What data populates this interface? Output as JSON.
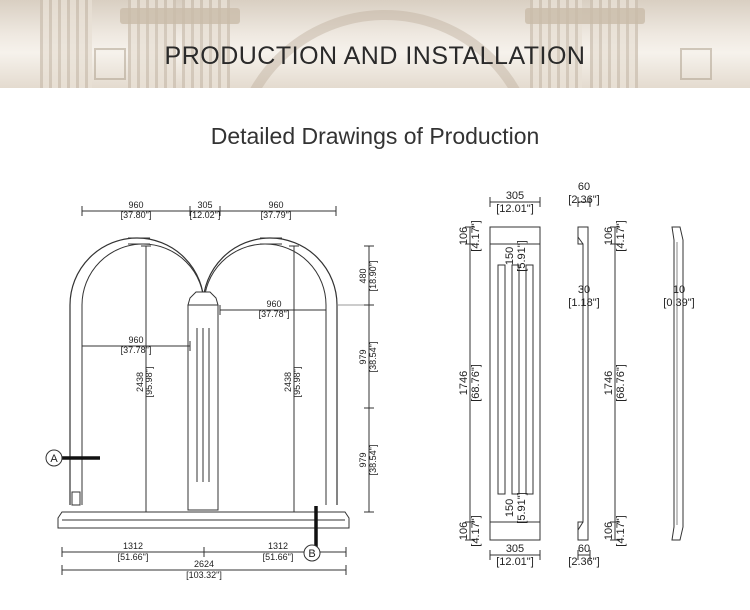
{
  "header": {
    "title": "PRODUCTION AND INSTALLATION"
  },
  "subtitle": "Detailed Drawings of Production",
  "arch_drawing": {
    "top_dims": [
      {
        "mm": "960",
        "inch": "[37.80\"]"
      },
      {
        "mm": "305",
        "inch": "[12.02\"]"
      },
      {
        "mm": "960",
        "inch": "[37.79\"]"
      }
    ],
    "inner_span_left": {
      "mm": "960",
      "inch": "[37.78\"]"
    },
    "inner_span_right": {
      "mm": "960",
      "inch": "[37.78\"]"
    },
    "height_left": {
      "mm": "2438",
      "inch": "[95.98\"]"
    },
    "height_right": {
      "mm": "2438",
      "inch": "[95.98\"]"
    },
    "right_dims": [
      {
        "mm": "480",
        "inch": "[18.90\"]"
      },
      {
        "mm": "979",
        "inch": "[38.54\"]"
      },
      {
        "mm": "979",
        "inch": "[38.54\"]"
      }
    ],
    "bottom_dims": [
      {
        "mm": "1312",
        "inch": "[51.66\"]"
      },
      {
        "mm": "1312",
        "inch": "[51.66\"]"
      }
    ],
    "total_width": {
      "mm": "2624",
      "inch": "[103.32\"]"
    },
    "section_a": "A",
    "section_b": "B"
  },
  "pilaster_front": {
    "width_top": {
      "mm": "305",
      "inch": "[12.01\"]"
    },
    "width_bottom": {
      "mm": "305",
      "inch": "[12.01\"]"
    },
    "cap_height": {
      "mm": "106",
      "inch": "[4.17\"]"
    },
    "base_height": {
      "mm": "106",
      "inch": "[4.17\"]"
    },
    "shaft_height": {
      "mm": "1746",
      "inch": "[68.76\"]"
    },
    "flute_top": {
      "mm": "150",
      "inch": "[5.91\"]"
    },
    "flute_bottom": {
      "mm": "150",
      "inch": "[5.91\"]"
    }
  },
  "pilaster_side": {
    "depth_top": {
      "mm": "60",
      "inch": "[2.36\"]"
    },
    "depth_bottom": {
      "mm": "60",
      "inch": "[2.36\"]"
    },
    "shaft_depth": {
      "mm": "30",
      "inch": "[1.18\"]"
    },
    "cap_height": {
      "mm": "106",
      "inch": "[4.17\"]"
    },
    "base_height": {
      "mm": "106",
      "inch": "[4.17\"]"
    },
    "shaft_height": {
      "mm": "1746",
      "inch": "[68.76\"]"
    }
  },
  "profile": {
    "thickness": {
      "mm": "10",
      "inch": "[0.39\"]"
    }
  }
}
